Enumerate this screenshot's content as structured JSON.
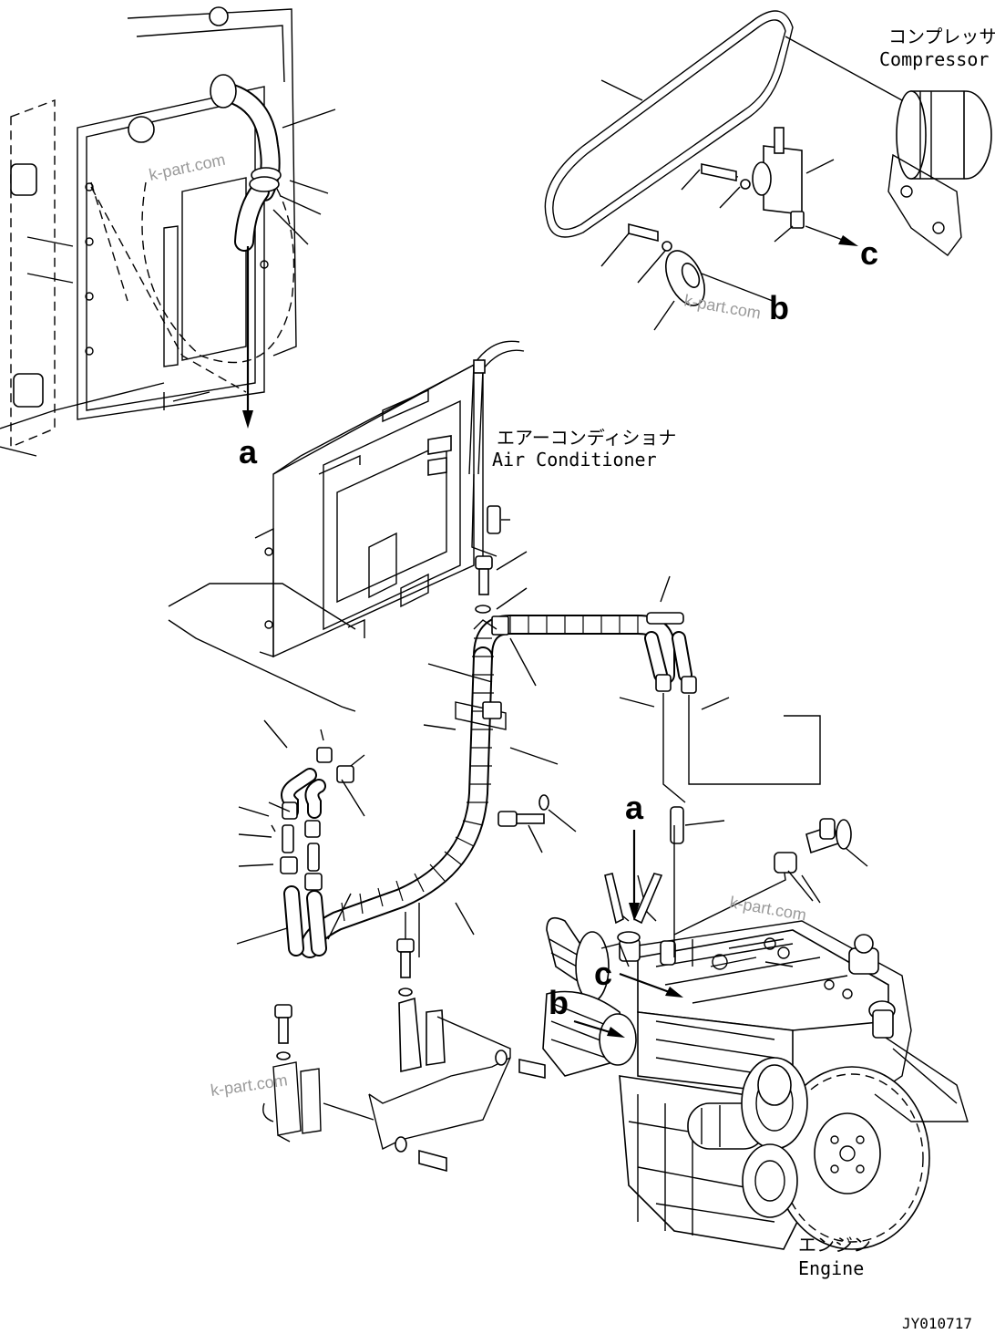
{
  "labels": {
    "compressor_jp": "コンプレッサ",
    "compressor_en": "Compressor",
    "air_conditioner_jp": "エアーコンディショナ",
    "air_conditioner_en": "Air Conditioner",
    "engine_jp": "エンジン",
    "engine_en": "Engine",
    "figure_code": "JY010717"
  },
  "reference_marks": {
    "a": "a",
    "b": "b",
    "c": "c"
  },
  "watermarks": [
    "k-part.com",
    "k-part.com",
    "k-part.com",
    "k-part.com"
  ]
}
